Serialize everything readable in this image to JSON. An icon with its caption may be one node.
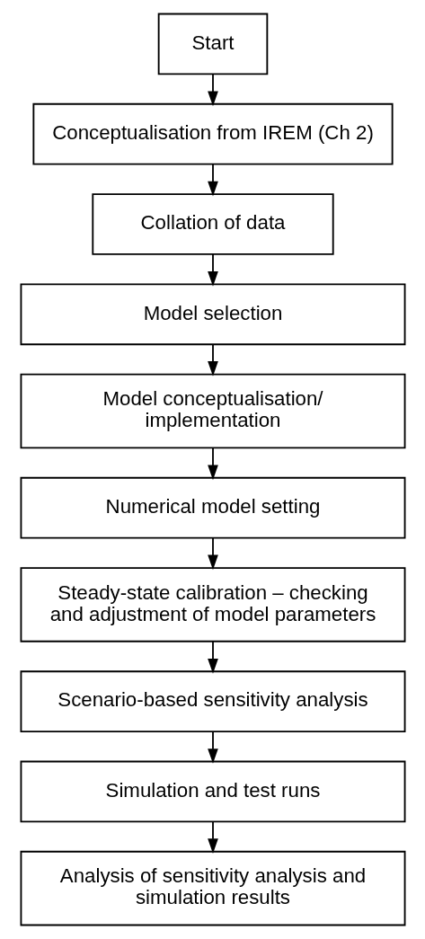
{
  "diagram": {
    "nodes": [
      {
        "text": [
          "Start"
        ]
      },
      {
        "text": [
          "Conceptualisation from IREM (Ch 2)"
        ]
      },
      {
        "text": [
          "Collation of data"
        ]
      },
      {
        "text": [
          "Model selection"
        ]
      },
      {
        "text": [
          "Model conceptualisation/ implementation"
        ]
      },
      {
        "text": [
          "Numerical model setting"
        ]
      },
      {
        "text": [
          "Steady-state calibration – checking and adjustment of model parameters"
        ]
      },
      {
        "text": [
          "Scenario-based sensitivity analysis"
        ]
      },
      {
        "text": [
          "Simulation and test runs"
        ]
      },
      {
        "text": [
          "Analysis of sensitivity analysis and simulation results"
        ]
      }
    ],
    "edges": [
      {
        "from": 0,
        "to": 1,
        "arrow": "to"
      },
      {
        "from": 1,
        "to": 2,
        "arrow": "to"
      },
      {
        "from": 2,
        "to": 3,
        "arrow": "to"
      },
      {
        "from": 3,
        "to": 4,
        "arrow": "to"
      },
      {
        "from": 4,
        "to": 5,
        "arrow": "to"
      },
      {
        "from": 5,
        "to": 6,
        "arrow": "to"
      },
      {
        "from": 6,
        "to": 7,
        "arrow": "to"
      },
      {
        "from": 7,
        "to": 8,
        "arrow": "to"
      },
      {
        "from": 8,
        "to": 9,
        "arrow": "to"
      }
    ]
  }
}
